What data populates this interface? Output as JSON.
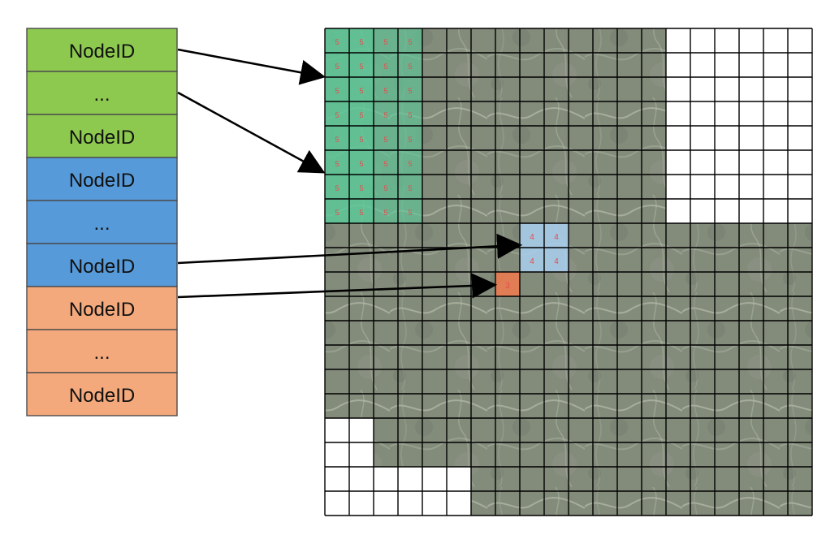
{
  "left_list": {
    "rows": [
      {
        "label": "NodeID",
        "color": "#8dc94f"
      },
      {
        "label": "...",
        "color": "#8dc94f"
      },
      {
        "label": "NodeID",
        "color": "#8dc94f"
      },
      {
        "label": "NodeID",
        "color": "#579ad9"
      },
      {
        "label": "...",
        "color": "#579ad9"
      },
      {
        "label": "NodeID",
        "color": "#579ad9"
      },
      {
        "label": "NodeID",
        "color": "#f4a97d"
      },
      {
        "label": "...",
        "color": "#f4a97d"
      },
      {
        "label": "NodeID",
        "color": "#f4a97d"
      }
    ]
  },
  "grid": {
    "level5_label": "5",
    "level4_label": "4",
    "level3_label": "3",
    "colors": {
      "map_base": "#7f887a",
      "level5": "#5dc798",
      "level4": "#a9cff0",
      "level3": "#f17a4d",
      "line": "#000000",
      "arrow": "#000000"
    }
  }
}
